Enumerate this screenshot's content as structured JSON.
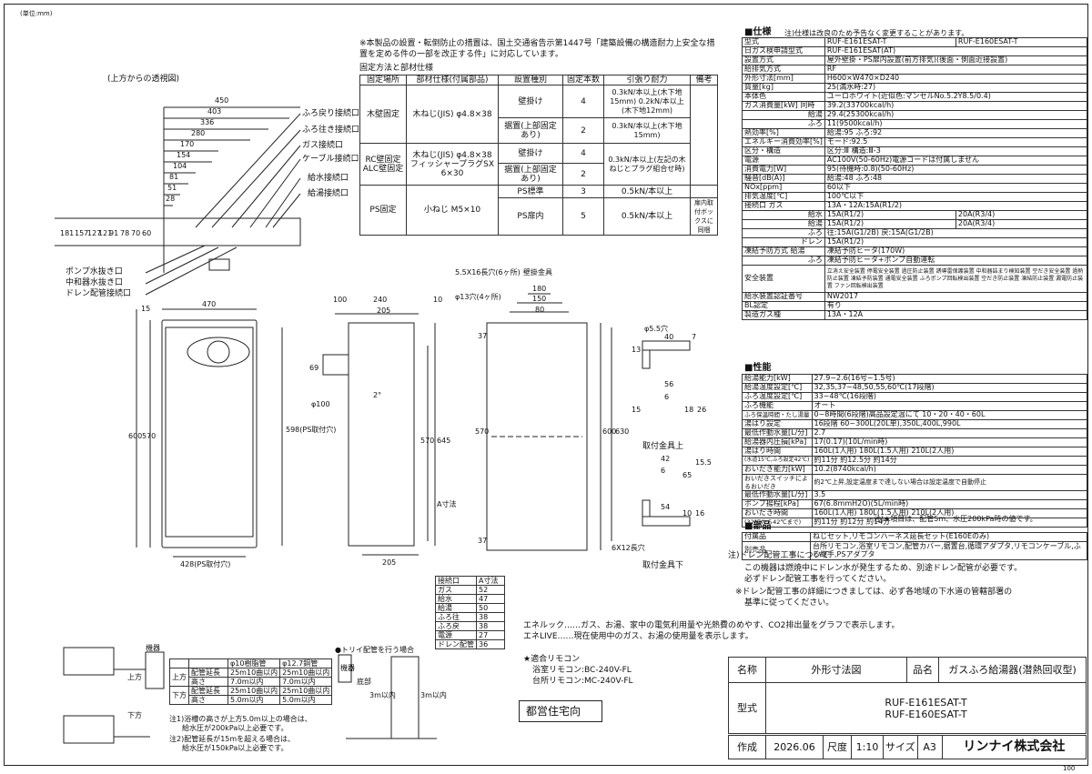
{
  "sheet": {
    "unit": "(単位:mm)",
    "page_no": "100",
    "topview_caption": "(上方からの透視図)"
  },
  "notice": "※本製品の設置・転倒防止の措置は、国土交通省告示第1447号「建築設備の構造耐力上安全な措置を定める件の一部を改正する件」に対応しています。",
  "fixing": {
    "title": "固定方法と部材仕様",
    "headers": [
      "固定場所",
      "部材仕様(付属部品)",
      "設置種別",
      "固定本数",
      "引張り耐力",
      "備考"
    ],
    "rows": [
      [
        "木壁固定",
        "木ねじ(JIS) φ4.8×38",
        "壁掛け",
        "4",
        "0.3kN/本以上(木下地15mm) 0.2kN/本以上(木下地12mm)",
        ""
      ],
      [
        "",
        "",
        "据置(上部固定あり)",
        "2",
        "0.3kN/本以上(木下地15mm)",
        ""
      ],
      [
        "RC壁固定 ALC壁固定",
        "木ねじ(JIS) φ4.8×38 フィッシャープラグSX 6×30",
        "壁掛け",
        "4",
        "0.3kN/本以上(左記の木ねじとプラグ組合せ時)",
        ""
      ],
      [
        "",
        "",
        "据置(上部固定あり)",
        "2",
        "",
        ""
      ],
      [
        "PS固定",
        "小ねじ M5×10",
        "PS標準",
        "3",
        "0.5kN/本以上",
        ""
      ],
      [
        "",
        "",
        "PS扉内",
        "5",
        "0.5kN/本以上",
        "扉内取付ボックスに同梱"
      ]
    ]
  },
  "topview": {
    "dims": [
      "450",
      "403",
      "336",
      "280",
      "170",
      "154",
      "104",
      "81",
      "51",
      "28"
    ],
    "vdims": [
      "181",
      "157",
      "127",
      "121",
      "91",
      "78",
      "70",
      "60"
    ],
    "labels": [
      "ふろ戻り接続口",
      "ふろ往き接続口",
      "ガス接続口",
      "ケーブル接続口",
      "給水接続口",
      "給湯接続口"
    ],
    "bottom_labels": [
      "ポンプ水抜き口",
      "中和器水抜き口",
      "ドレン配管接続口"
    ]
  },
  "front": {
    "w": "470",
    "h1": "600",
    "h2": "570",
    "top": "15",
    "hole": "428(PS取付穴)",
    "ps": "598(PS取付穴)"
  },
  "side": {
    "d": [
      "100",
      "240",
      "10"
    ],
    "d2": "205",
    "d3": "205",
    "pipe": "φ100",
    "h69": "69",
    "angle": "2°",
    "a": "A寸法",
    "h645": "645",
    "h570": "570"
  },
  "back": {
    "title": "壁掛金具",
    "slot": "5.5X16長穴(6ヶ所)",
    "hole": "φ13穴(4ヶ所)",
    "w": [
      "180",
      "150",
      "80"
    ],
    "h630": "630",
    "h570": "570",
    "h600": "600",
    "h37a": "37",
    "h37b": "37",
    "slot2": "6X12長穴"
  },
  "brackets": {
    "upper": "取付金具上",
    "lower": "取付金具下",
    "u": [
      "φ5.5穴",
      "40",
      "7",
      "13",
      "56",
      "6",
      "15",
      "26",
      "18"
    ],
    "l": [
      "42",
      "6",
      "15.5",
      "65",
      "54",
      "10",
      "16"
    ]
  },
  "a_table": {
    "headers": [
      "接続口",
      "A寸法"
    ],
    "rows": [
      [
        "ガス",
        "52"
      ],
      [
        "給水",
        "47"
      ],
      [
        "給湯",
        "50"
      ],
      [
        "ふろ往",
        "38"
      ],
      [
        "ふろ戻",
        "38"
      ],
      [
        "電源",
        "27"
      ],
      [
        "ドレン配管",
        "36"
      ]
    ]
  },
  "spec": {
    "title": "■仕様",
    "note": "注)仕様は改良のため予告なく変更することがあります。",
    "rows": [
      [
        "型式",
        "RUF-E161ESAT-T",
        "RUF-E160ESAT-T"
      ],
      [
        "日ガス検申請型式",
        "RUF-E161ESAT(AT)",
        ""
      ],
      [
        "設置方式",
        "屋外壁掛・PS扉内設置(前方排気)(後面・側面近接設置)",
        ""
      ],
      [
        "給排気方式",
        "RF",
        ""
      ],
      [
        "外形寸法[mm]",
        "H600×W470×D240",
        ""
      ],
      [
        "質量[kg]",
        "25(満水時:27)",
        ""
      ],
      [
        "本体色",
        "ユーロホワイト(近似色:マンセルNo.5.2Y8.5/0.4)",
        ""
      ],
      [
        "ガス消費量[kW] 同時",
        "39.2(33700kcal/h)",
        ""
      ],
      [
        "給湯",
        "29.4(25300kcal/h)",
        ""
      ],
      [
        "ふろ",
        "11(9500kcal/h)",
        ""
      ],
      [
        "熱効率[%]",
        "給湯:95 ふろ:92",
        ""
      ],
      [
        "エネルギー消費効率[%]",
        "モード:92.5",
        ""
      ],
      [
        "区分・構造",
        "区分:Ⅲ 構造:Ⅲ-3",
        ""
      ],
      [
        "電源",
        "AC100V(50-60Hz)電源コードは付属しません",
        ""
      ],
      [
        "消費電力[W]",
        "95(待機時:0.8)(50-60Hz)",
        ""
      ],
      [
        "騒音[dB(A)]",
        "給湯:48 ふろ:48",
        ""
      ],
      [
        "NOx[ppm]",
        "60以下",
        ""
      ],
      [
        "排気温度[℃]",
        "100℃以下",
        ""
      ],
      [
        "接続口 ガス",
        "13A・12A:15A(R1/2)",
        ""
      ],
      [
        "給水",
        "15A(R1/2)",
        "20A(R3/4)"
      ],
      [
        "給湯",
        "15A(R1/2)",
        "20A(R3/4)"
      ],
      [
        "ふろ",
        "往:15A(G1/2B) 戻:15A(G1/2B)",
        ""
      ],
      [
        "ドレン",
        "15A(R1/2)",
        ""
      ],
      [
        "凍結予防方式 給湯",
        "凍結予防ヒータ(170W)",
        ""
      ],
      [
        "ふろ",
        "凍結予防ヒータ+ポンプ自動運転",
        ""
      ],
      [
        "安全装置",
        "立消え安全装置 停電安全装置 過圧防止装置 誘導雷保護装置 中和器詰まり検知装置 空だき安全装置 過熱防止装置 凍結予防装置 通電安全装置 ふろポンプ回転検出装置 空だき防止装置 凍結防止装置 漏電防止装置 ファン回転検出装置",
        ""
      ],
      [
        "給水装置認証番号",
        "NW2017",
        ""
      ],
      [
        "BL認定",
        "有り",
        ""
      ],
      [
        "製造ガス種",
        "13A・12A",
        ""
      ]
    ]
  },
  "perf": {
    "title": "■性能",
    "rows": [
      [
        "給湯能力[kW]",
        "27.9~2.6(16号~1.5号)"
      ],
      [
        "給湯温度設定[℃]",
        "32,35,37~48,50,55,60℃(17段階)"
      ],
      [
        "ふろ温度設定[℃]",
        "33~48℃(16段階)"
      ],
      [
        "ふろ機能",
        "オート"
      ],
      [
        "ふろ保温時間・たし湯量",
        "0~8時間(6段階)高品設定温にて 10・20・40・60L"
      ],
      [
        "湯はり設定",
        "16段階 60~300L(20L単),350L,400L,990L"
      ],
      [
        "最低作動水量[L/分]",
        "2.7"
      ],
      [
        "給湯器内圧損[kPa]",
        "17(0.17)(10L/min時)"
      ],
      [
        "湯はり時間",
        "160L(1人用) 180L(1.5人用) 210L(2人用)"
      ],
      [
        "(水道15℃,ふろ設定42℃)",
        "約11分 約12.5分 約14分"
      ],
      [
        "おいだき能力[kW]",
        "10.2(8740kcal/h)"
      ],
      [
        "おいだきスイッチによるおいだき",
        "約2℃上昇,設定温度まで達しない場合は設定温度で自動停止"
      ],
      [
        "最低作動水量[L/分]",
        "3.5"
      ],
      [
        "ポンプ揚程[kPa]",
        "67(6.8mmH2O)(5L/min時)"
      ],
      [
        "おいだき時間",
        "160L(1人用) 180L(1.5人用) 210L(2人用)"
      ],
      [
        "(32℃から42℃まで)",
        "約11分 約12分 約14分"
      ]
    ],
    "note": "注)★項目は、配管5m、水圧200kPa時の値です。"
  },
  "parts": {
    "title": "■部品",
    "rows": [
      [
        "付属品",
        "ねじセット,リモコンハーネス延長セット(E160Eのみ)"
      ],
      [
        "別売品",
        "台所リモコン,浴室リモコン,配管カバー,据置台,循環アダプタ,リモコンケーブル,ふろ継手,PSアダプタ"
      ]
    ]
  },
  "drain": {
    "title": "注)ドレン配管工事について",
    "l1": "この機器は燃焼中にドレン水が発生するため、別途ドレン配管が必要です。",
    "l2": "必ずドレン配管工事を行ってください。",
    "l3": "※ドレン配管工事の詳細につきましては、必ず各地域の下水道の管轄部署の",
    "l4": "基準に従ってください。"
  },
  "eco": {
    "l1": "エネルック……ガス、お湯、家中の電気利用量や光熱費のめやす、CO2排出量をグラフで表示します。",
    "l2": "エネLIVE……現在使用中のガス、お湯の使用量を表示します。"
  },
  "remote": {
    "title": "★適合リモコン",
    "l1": "浴室リモコン:BC-240V-FL",
    "l2": "台所リモコン:MC-240V-FL"
  },
  "pipe_table": {
    "headers": [
      "",
      "",
      "φ10樹脂管",
      "φ12.7銅管"
    ],
    "rows": [
      [
        "上方",
        "配管延長",
        "25m10曲以内",
        "25m10曲以内"
      ],
      [
        "",
        "高さ",
        "7.0m以内",
        "7.0m以内"
      ],
      [
        "下方",
        "配管延長",
        "25m10曲以内",
        "25m10曲以内"
      ],
      [
        "",
        "高さ",
        "5.0m以内",
        "5.0m以内"
      ]
    ],
    "n1": "注1)浴槽の高さが上方5.0m以上の場合は、",
    "n1b": "給水圧が200kPa以上必要です。",
    "n2": "注2)配管延長が15mを超える場合は、",
    "n2b": "給水圧が150kPa以上必要です。",
    "unit": "機器",
    "up": "上方",
    "down": "下方"
  },
  "trap": {
    "title": "●トリイ配管を行う場合",
    "unit": "機器",
    "base": "底部",
    "d1": "3m以内",
    "d2": "3m以内"
  },
  "stamp": "都営住宅向",
  "titleblock": {
    "name_label": "名称",
    "name": "外形寸法図",
    "product_label": "品名",
    "product": "ガスふろ給湯器(潜熱回収型)",
    "model_label": "型式",
    "model1": "RUF-E161ESAT-T",
    "model2": "RUF-E160ESAT-T",
    "made_label": "作成",
    "date": "2026.06",
    "scale_label": "尺度",
    "scale": "1:10",
    "size_label": "サイズ",
    "size": "A3",
    "company": "リンナイ株式会社"
  }
}
